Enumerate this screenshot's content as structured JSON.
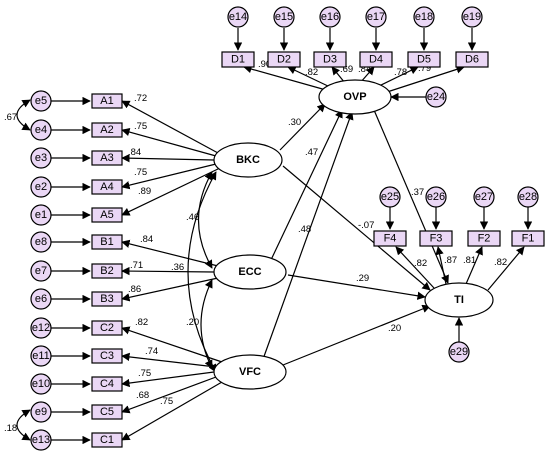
{
  "latents": [
    {
      "id": "BKC",
      "label": "BKC"
    },
    {
      "id": "ECC",
      "label": "ECC"
    },
    {
      "id": "VFC",
      "label": "VFC"
    },
    {
      "id": "OVP",
      "label": "OVP"
    },
    {
      "id": "TI",
      "label": "TI"
    }
  ],
  "indicators": {
    "A1": "A1",
    "A2": "A2",
    "A3": "A3",
    "A4": "A4",
    "A5": "A5",
    "B1": "B1",
    "B2": "B2",
    "B3": "B3",
    "C2": "C2",
    "C3": "C3",
    "C4": "C4",
    "C5": "C5",
    "C1": "C1",
    "D1": "D1",
    "D2": "D2",
    "D3": "D3",
    "D4": "D4",
    "D5": "D5",
    "D6": "D6",
    "F4": "F4",
    "F3": "F3",
    "F2": "F2",
    "F1": "F1"
  },
  "errors": {
    "e5": "e5",
    "e4": "e4",
    "e3": "e3",
    "e2": "e2",
    "e1": "e1",
    "e8": "e8",
    "e7": "e7",
    "e6": "e6",
    "e12": "e12",
    "e11": "e11",
    "e10": "e10",
    "e9": "e9",
    "e13": "e13",
    "e14": "e14",
    "e15": "e15",
    "e16": "e16",
    "e17": "e17",
    "e18": "e18",
    "e19": "e19",
    "e25": "e25",
    "e26": "e26",
    "e27": "e27",
    "e28": "e28",
    "e24": "e24",
    "e29": "e29"
  },
  "loadings": {
    "A1": ".72",
    "A2": ".75",
    "A3": ".84",
    "A4": ".75",
    "A5": ".89",
    "B1": ".84",
    "B2": ".71",
    "B3": ".86",
    "C2": ".82",
    "C3": ".74",
    "C4": ".75",
    "C5": ".68",
    "C1": ".75",
    "D1": ".90",
    "D2": ".82",
    "D3": ".69",
    "D4": ".84",
    "D5": ".78",
    "D6": ".79",
    "F4": ".82",
    "F3": ".87",
    "F2": ".81",
    "F1": ".82"
  },
  "structural": {
    "BKC_OVP": ".30",
    "ECC_OVP": ".47",
    "VFC_OVP": ".48",
    "BKC_TI": "-.07",
    "ECC_TI": ".29",
    "VFC_TI": ".20",
    "OVP_TI": ".37"
  },
  "covariances": {
    "BKC_ECC": ".46",
    "ECC_VFC": ".20",
    "BKC_VFC": ".36",
    "e5_e4": ".67",
    "e9_e13": ".18"
  }
}
